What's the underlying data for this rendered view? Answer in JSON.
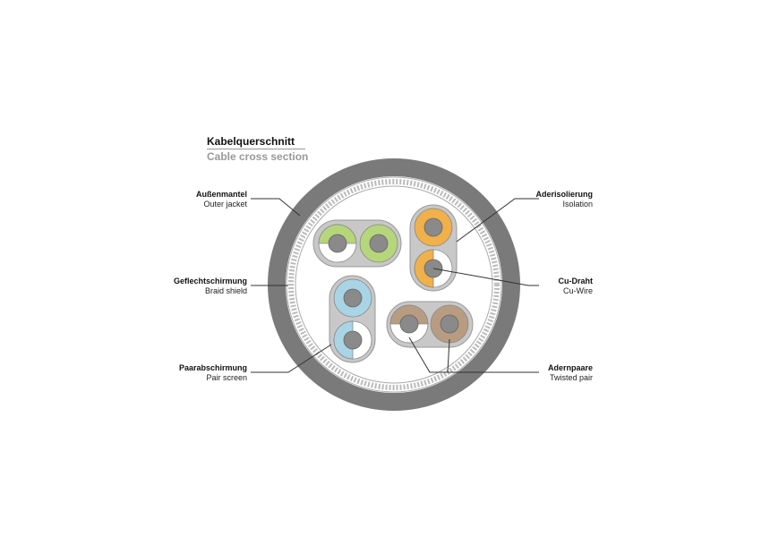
{
  "title": {
    "de": "Kabelquerschnitt",
    "en": "Cable cross section"
  },
  "labels": {
    "outer_jacket": {
      "de": "Außenmantel",
      "en": "Outer jacket"
    },
    "braid_shield": {
      "de": "Geflechtschirmung",
      "en": "Braid shield"
    },
    "pair_screen": {
      "de": "Paarabschirmung",
      "en": "Pair screen"
    },
    "isolation": {
      "de": "Aderisolierung",
      "en": "Isolation"
    },
    "cu_wire": {
      "de": "Cu-Draht",
      "en": "Cu-Wire"
    },
    "twisted_pair": {
      "de": "Adernpaare",
      "en": "Twisted pair"
    }
  },
  "colors": {
    "jacket": "#7a7a7a",
    "screen": "#c8c8c8",
    "core": "#8a8a8a",
    "green": "#b5d67a",
    "orange": "#f0b04a",
    "blue": "#a8d4e6",
    "brown": "#b89c82"
  }
}
